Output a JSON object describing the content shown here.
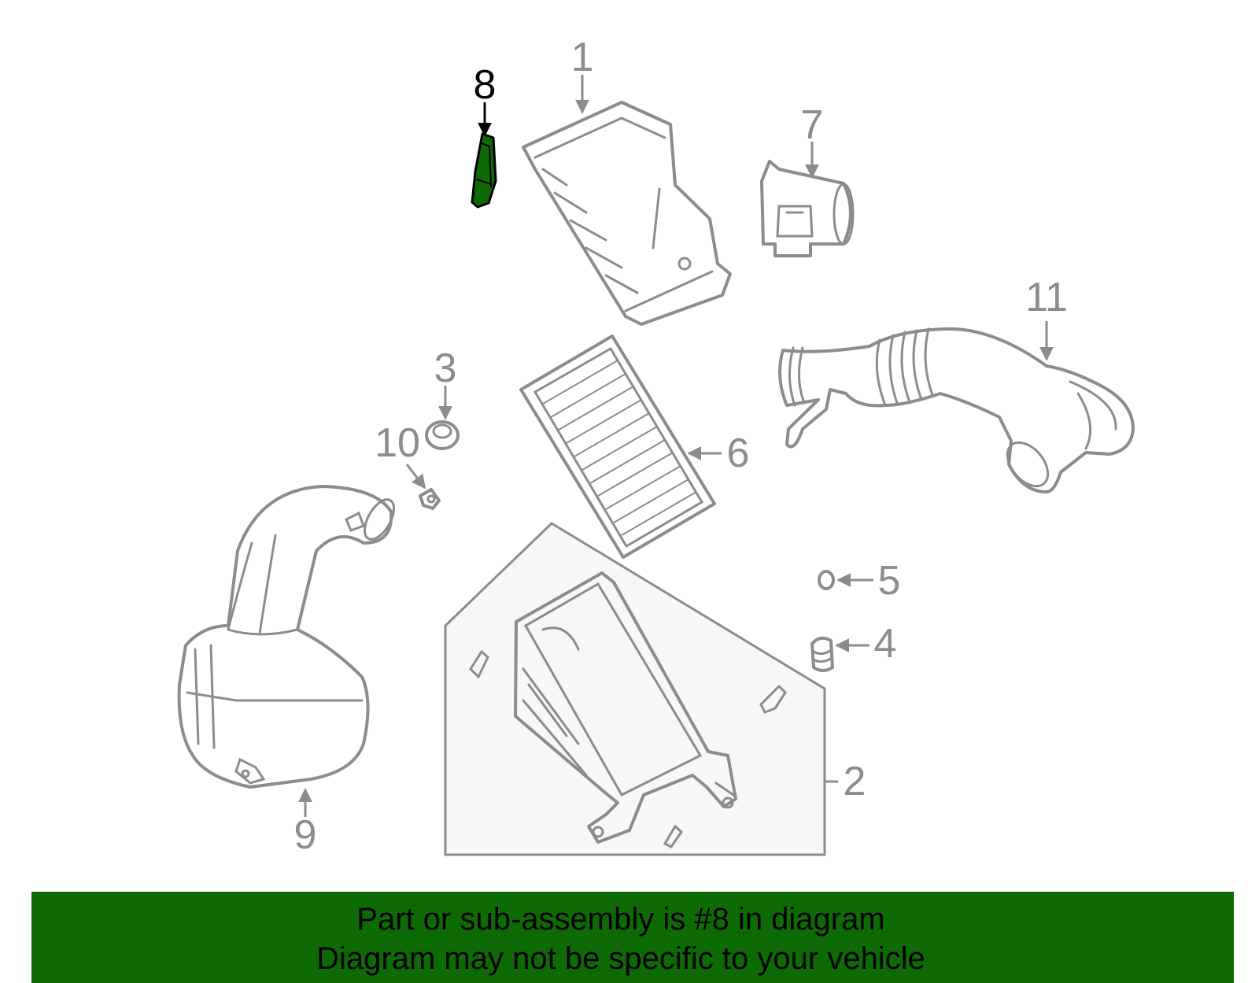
{
  "diagram": {
    "highlighted_part": "8",
    "highlight_color": "#0d6a05",
    "line_color": "#8c8c8c",
    "callouts": [
      "1",
      "2",
      "3",
      "4",
      "5",
      "6",
      "7",
      "8",
      "9",
      "10",
      "11"
    ]
  },
  "banner": {
    "background": "#0d6a05",
    "line1": "Part or sub-assembly is #8 in diagram",
    "line2": "Diagram may not be specific to your vehicle"
  }
}
